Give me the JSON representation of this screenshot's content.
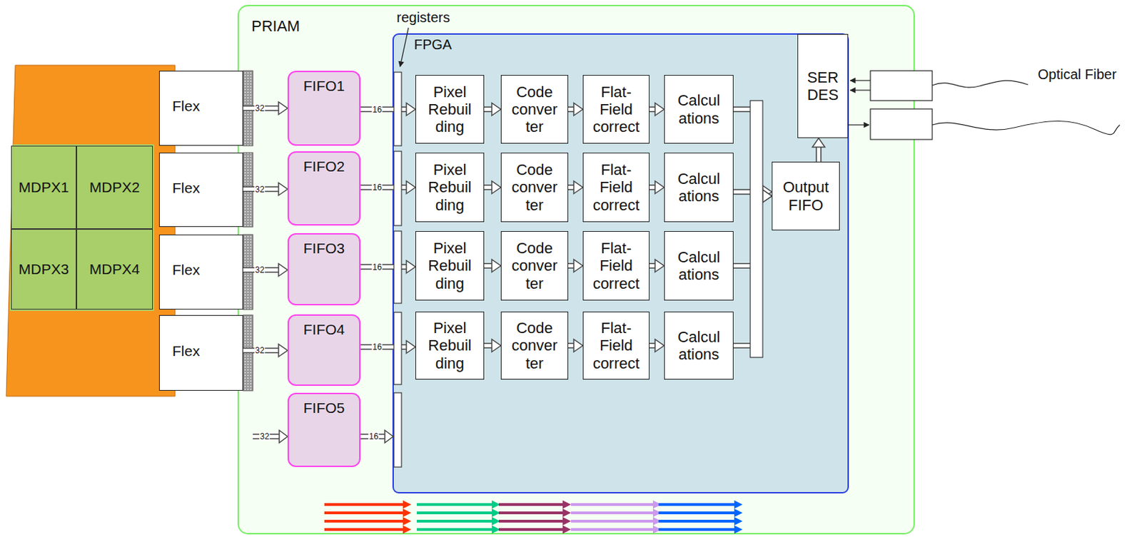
{
  "diagram": {
    "nodes": [
      {
        "text": [
          "PRIAM"
        ]
      },
      {
        "text": [
          "FPGA"
        ],
        "in": 0
      },
      {
        "text": [
          "MDPX1"
        ]
      },
      {
        "text": [
          "MDPX2"
        ]
      },
      {
        "text": [
          "MDPX3"
        ]
      },
      {
        "text": [
          "MDPX4"
        ]
      },
      {
        "text": [
          "Flex"
        ]
      },
      {
        "text": [
          "Flex"
        ]
      },
      {
        "text": [
          "Flex"
        ]
      },
      {
        "text": [
          "Flex"
        ]
      },
      {
        "text": [
          "FIFO1"
        ],
        "in": 0
      },
      {
        "text": [
          "FIFO2"
        ],
        "in": 0
      },
      {
        "text": [
          "FIFO3"
        ],
        "in": 0
      },
      {
        "text": [
          "FIFO4"
        ],
        "in": 0
      },
      {
        "text": [
          "FIFO5"
        ],
        "in": 0
      },
      {
        "text": [
          "Pixel Rebuil ding"
        ],
        "in": 1
      },
      {
        "text": [
          "Code conver ter"
        ],
        "in": 1
      },
      {
        "text": [
          "Flat- Field correct"
        ],
        "in": 1
      },
      {
        "text": [
          "Calcul ations"
        ],
        "in": 1
      },
      {
        "text": [
          "Pixel Rebuil ding"
        ],
        "in": 1
      },
      {
        "text": [
          "Code conver ter"
        ],
        "in": 1
      },
      {
        "text": [
          "Flat- Field correct"
        ],
        "in": 1
      },
      {
        "text": [
          "Calcul ations"
        ],
        "in": 1
      },
      {
        "text": [
          "Pixel Rebuil ding"
        ],
        "in": 1
      },
      {
        "text": [
          "Code conver ter"
        ],
        "in": 1
      },
      {
        "text": [
          "Flat- Field correct"
        ],
        "in": 1
      },
      {
        "text": [
          "Calcul ations"
        ],
        "in": 1
      },
      {
        "text": [
          "Pixel Rebuil ding"
        ],
        "in": 1
      },
      {
        "text": [
          "Code conver ter"
        ],
        "in": 1
      },
      {
        "text": [
          "Flat- Field correct"
        ],
        "in": 1
      },
      {
        "text": [
          "Calcul ations"
        ],
        "in": 1
      },
      {
        "text": [
          "Output FIFO"
        ],
        "in": 1
      },
      {
        "text": [
          "SER DES"
        ],
        "in": 1
      }
    ],
    "edges": [
      {
        "from": 6,
        "to": 10,
        "arrow": "to",
        "label": "32"
      },
      {
        "from": 7,
        "to": 11,
        "arrow": "to",
        "label": "32"
      },
      {
        "from": 8,
        "to": 12,
        "arrow": "to",
        "label": "32"
      },
      {
        "from": 9,
        "to": 13,
        "arrow": "to",
        "label": "32"
      },
      {
        "from": 10,
        "to": 15,
        "arrow": "to",
        "label": "16"
      },
      {
        "from": 11,
        "to": 19,
        "arrow": "to",
        "label": "16"
      },
      {
        "from": 12,
        "to": 23,
        "arrow": "to",
        "label": "16"
      },
      {
        "from": 13,
        "to": 27,
        "arrow": "to",
        "label": "16"
      },
      {
        "from": 15,
        "to": 16,
        "arrow": "to"
      },
      {
        "from": 16,
        "to": 17,
        "arrow": "to"
      },
      {
        "from": 17,
        "to": 18,
        "arrow": "to"
      },
      {
        "from": 19,
        "to": 20,
        "arrow": "to"
      },
      {
        "from": 20,
        "to": 21,
        "arrow": "to"
      },
      {
        "from": 21,
        "to": 22,
        "arrow": "to"
      },
      {
        "from": 23,
        "to": 24,
        "arrow": "to"
      },
      {
        "from": 24,
        "to": 25,
        "arrow": "to"
      },
      {
        "from": 25,
        "to": 26,
        "arrow": "to"
      },
      {
        "from": 27,
        "to": 28,
        "arrow": "to"
      },
      {
        "from": 28,
        "to": 29,
        "arrow": "to"
      },
      {
        "from": 29,
        "to": 30,
        "arrow": "to"
      },
      {
        "from": 18,
        "to": 31,
        "arrow": "to"
      },
      {
        "from": 22,
        "to": 31,
        "arrow": "to"
      },
      {
        "from": 26,
        "to": 31,
        "arrow": "to"
      },
      {
        "from": 30,
        "to": 31,
        "arrow": "to"
      },
      {
        "from": 31,
        "to": 32,
        "arrow": "to"
      }
    ],
    "labels": [
      "registers",
      "32",
      "16",
      "Optical Fiber"
    ]
  }
}
